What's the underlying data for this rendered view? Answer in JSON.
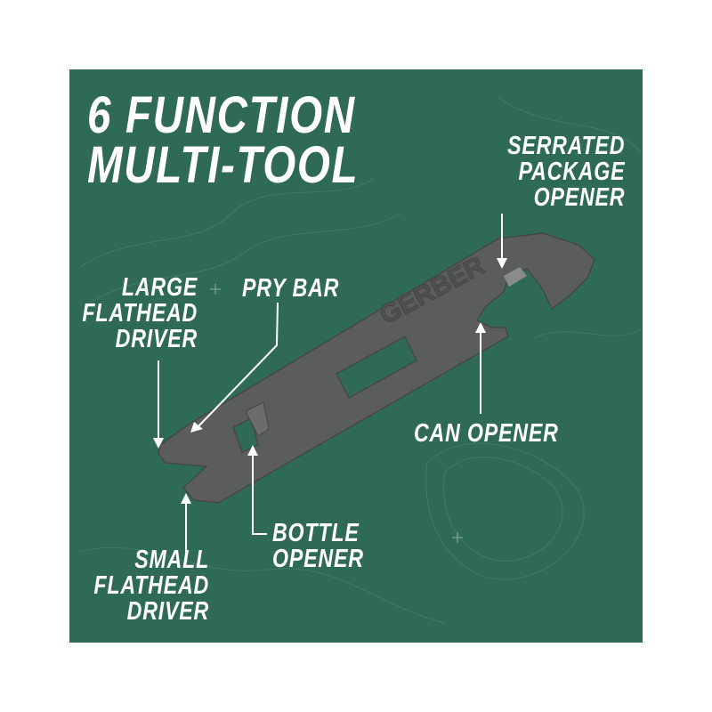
{
  "title": {
    "line1": "6 FUNCTION",
    "line2": "MULTI-TOOL"
  },
  "brand": "GERBER",
  "labels": {
    "serrated": [
      "SERRATED",
      "PACKAGE",
      "OPENER"
    ],
    "large_driver": [
      "LARGE",
      "FLATHEAD",
      "DRIVER"
    ],
    "pry_bar": "PRY BAR",
    "can_opener": "CAN OPENER",
    "bottle_opener": [
      "BOTTLE",
      "OPENER"
    ],
    "small_driver": [
      "SMALL",
      "FLATHEAD",
      "DRIVER"
    ]
  },
  "colors": {
    "background": "#2f6a55",
    "tool": "#5b5d5d",
    "text": "#ffffff"
  }
}
